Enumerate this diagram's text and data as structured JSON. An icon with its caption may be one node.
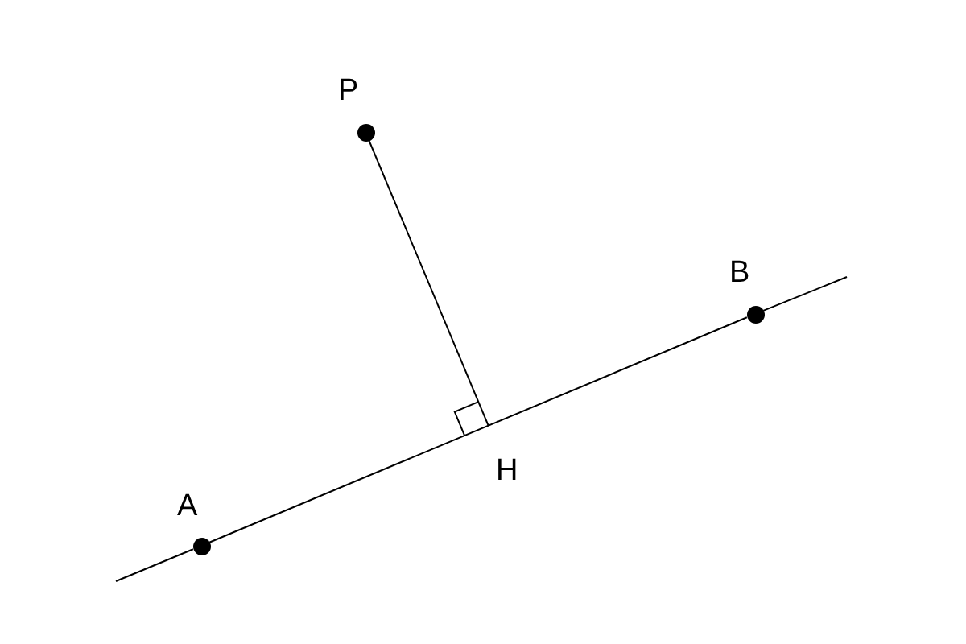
{
  "diagram": {
    "nodes": [
      {
        "text": [],
        "shape": "circle",
        "beside": [
          "P"
        ]
      },
      {
        "text": [],
        "shape": "circle",
        "beside": [
          "A"
        ]
      },
      {
        "text": [],
        "shape": "circle",
        "beside": [
          "B"
        ]
      },
      {
        "text": [],
        "shape": "box",
        "beside": [
          "H"
        ]
      }
    ],
    "edges": [
      {
        "from": 1,
        "to": 2,
        "arrow": "none"
      },
      {
        "from": 0,
        "to": 3,
        "arrow": "none"
      }
    ]
  }
}
